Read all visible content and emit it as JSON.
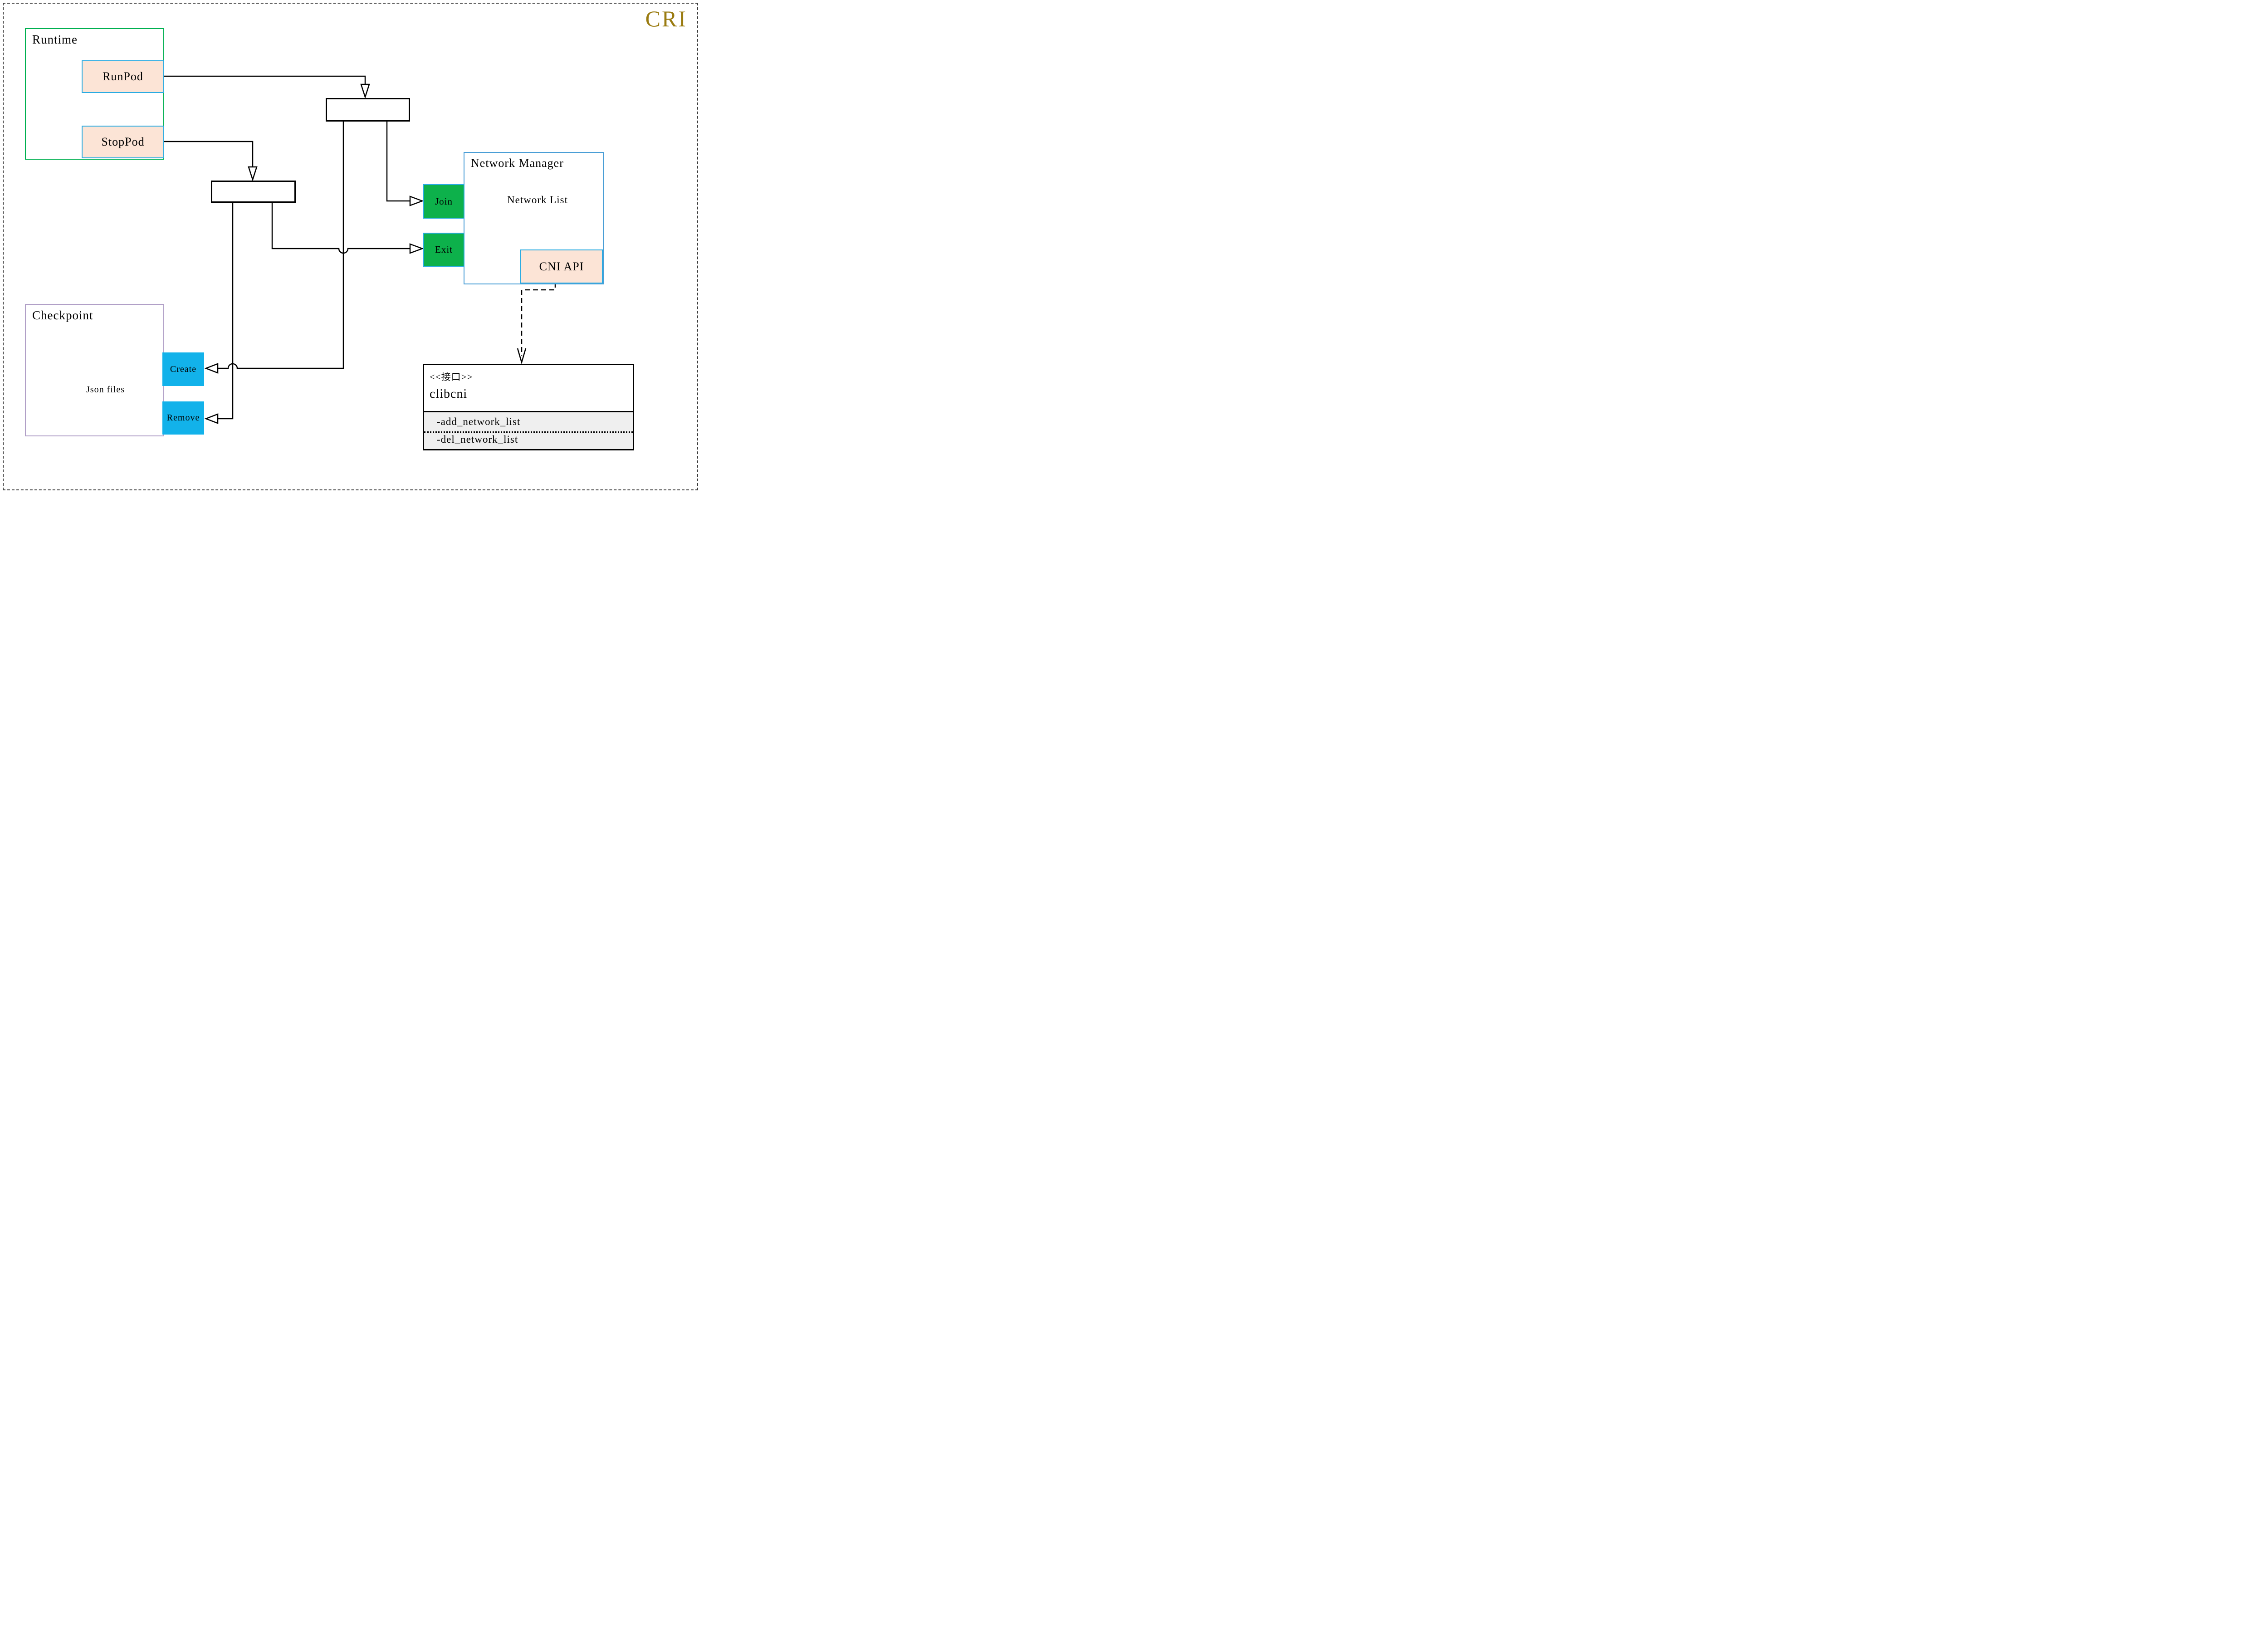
{
  "badge": {
    "label": "CRI",
    "color": "#9a7b10"
  },
  "runtime": {
    "title": "Runtime",
    "run_pod_label": "RunPod",
    "stop_pod_label": "StopPod"
  },
  "network_manager": {
    "title": "Network Manager",
    "join_label": "Join",
    "exit_label": "Exit",
    "network_list_label": "Network List",
    "cni_api_label": "CNI API",
    "database_icon": "cylinder-database-icon"
  },
  "checkpoint": {
    "title": "Checkpoint",
    "json_files_label": "Json files",
    "create_label": "Create",
    "remove_label": "Remove",
    "database_icon": "cylinder-database-icon"
  },
  "clibcni_interface": {
    "stereotype": "<<接口>>",
    "name": "clibcni",
    "methods": [
      "-add_network_list",
      "-del_network_list"
    ]
  },
  "colors": {
    "runtime_border": "#00b050",
    "checkpoint_border": "#b1a0c7",
    "network_manager_border": "#4a9ed6",
    "pod_fill": "#fce4d6",
    "pod_border": "#29abe2",
    "join_exit_fill": "#0db14b",
    "create_remove_fill": "#12b2ea",
    "interface_section_fill": "#efefef",
    "cylinder_stroke": "#676767",
    "line_color": "#000000",
    "badge_color": "#9a7b10"
  }
}
